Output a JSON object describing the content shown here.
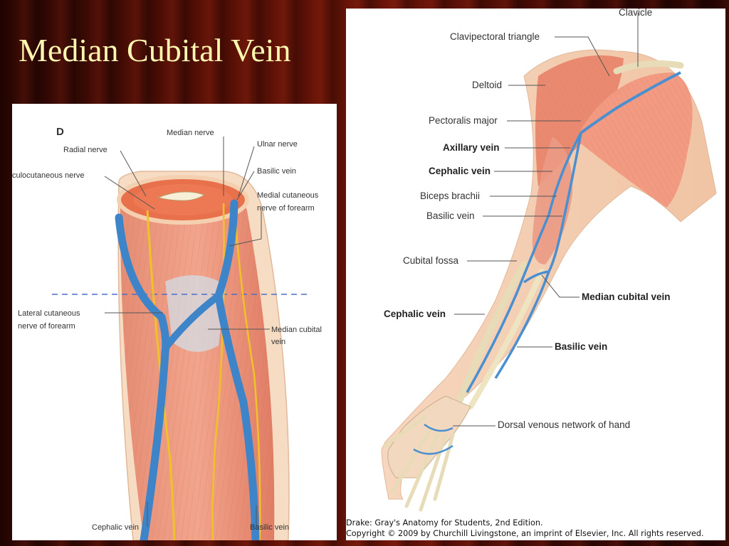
{
  "slide": {
    "title": "Median Cubital Vein"
  },
  "left_figure": {
    "panel_letter": "D",
    "labels": {
      "radial_nerve": "Radial nerve",
      "median_nerve": "Median nerve",
      "ulnar_nerve": "Ulnar nerve",
      "musculocutaneous_nerve": "culocutaneous nerve",
      "basilic_vein_top": "Basilic vein",
      "medial_cutaneous_1": "Medial cutaneous",
      "medial_cutaneous_2": "nerve of forearm",
      "lateral_cutaneous_1": "Lateral cutaneous",
      "lateral_cutaneous_2": "nerve of forearm",
      "median_cubital_1": "Median cubital",
      "median_cubital_2": "vein",
      "cephalic_vein": "Cephalic vein",
      "basilic_vein_bottom": "Basilic vein"
    }
  },
  "right_figure": {
    "labels": {
      "clavicle": "Clavicle",
      "clavipectoral_triangle": "Clavipectoral triangle",
      "deltoid": "Deltoid",
      "pectoralis_major": "Pectoralis major",
      "axillary_vein": "Axillary vein",
      "cephalic_vein_upper": "Cephalic vein",
      "biceps_brachii": "Biceps brachii",
      "basilic_vein_upper": "Basilic vein",
      "cubital_fossa": "Cubital fossa",
      "median_cubital_vein": "Median cubital vein",
      "cephalic_vein_lower": "Cephalic vein",
      "basilic_vein_lower": "Basilic vein",
      "dorsal_venous_network": "Dorsal venous network of hand"
    },
    "caption": {
      "line1": "Drake: Gray's Anatomy for Students, 2nd Edition.",
      "line2": "Copyright © 2009 by Churchill Livingstone, an imprint of Elsevier, Inc. All rights reserved."
    }
  },
  "colors": {
    "vein_blue": "#4a8fd0",
    "nerve_yellow": "#f0c22a",
    "muscle": "#e98a70",
    "skin": "#f7d6b8",
    "title": "#fff6b0"
  }
}
